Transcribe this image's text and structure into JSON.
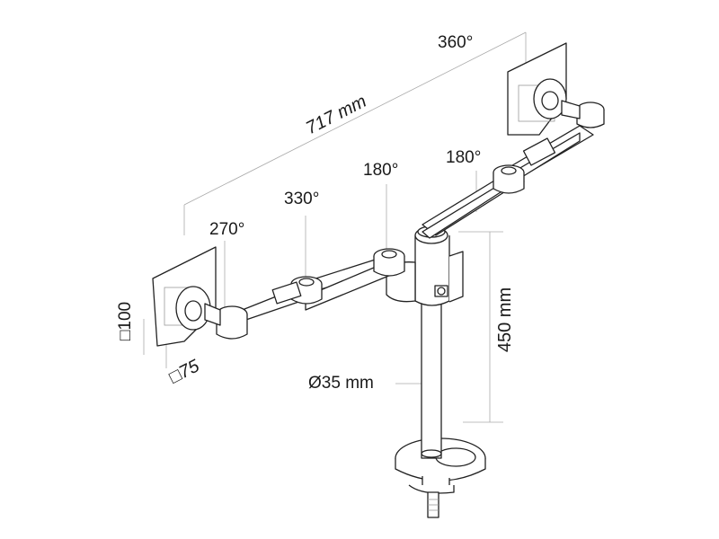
{
  "labels": {
    "width": "717 mm",
    "rot_360": "360°",
    "rot_180_right": "180°",
    "rot_180_center": "180°",
    "rot_330": "330°",
    "rot_270": "270°",
    "vesa_100": "□100",
    "vesa_75": "□75",
    "pole_diameter": "Ø35 mm",
    "pole_height": "450 mm"
  },
  "colors": {
    "line": "#222222",
    "guide": "#aaaaaa",
    "background": "#ffffff"
  }
}
